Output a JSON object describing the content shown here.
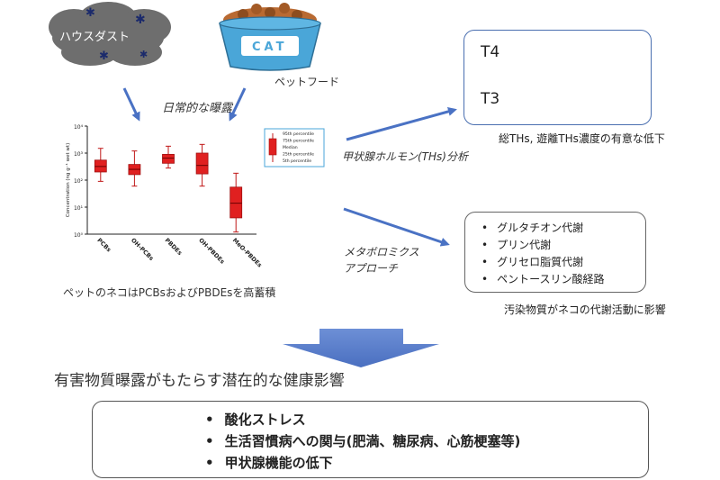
{
  "labels": {
    "house_dust": "ハウスダスト",
    "cat_food_can": "CAT",
    "pet_food": "ペットフード",
    "daily_exposure": "日常的な曝露",
    "pet_cat_accumulate": "ペットのネコはPCBsおよびPBDEsを高蓄積",
    "thyroid_analysis": "甲状腺ホルモン(THs)分析",
    "metabolomics_line1": "メタボロミクス",
    "metabolomics_line2": "アプローチ",
    "th_decrease": "総THs, 遊離THs濃度の有意な低下",
    "metab_effect": "汚染物質がネコの代謝活動に影響",
    "health_title": "有害物質曝露がもたらす潜在的な健康影響"
  },
  "thyroid_hormones": [
    "T4",
    "T3"
  ],
  "metabolic_pathways": [
    "グルタチオン代謝",
    "プリン代謝",
    "グリセロ脂質代謝",
    "ペントースリン酸経路"
  ],
  "health_effects": [
    "酸化ストレス",
    "生活習慣病への関与(肥満、糖尿病、心筋梗塞等)",
    "甲状腺機能の低下"
  ],
  "chart_data": {
    "type": "box",
    "ylabel": "Concentration (ng g⁻¹ wet wt)",
    "yscale": "log",
    "ylim": [
      1,
      10000
    ],
    "yticks": [
      "10⁰",
      "10¹",
      "10²",
      "10³",
      "10⁴"
    ],
    "categories": [
      "PCBs",
      "OH-PCBs",
      "PBDEs",
      "OH-PBDEs",
      "MeO-PBDEs"
    ],
    "boxes": [
      {
        "p5": 90,
        "p25": 200,
        "median": 320,
        "p75": 550,
        "p95": 1500
      },
      {
        "p5": 60,
        "p25": 160,
        "median": 250,
        "p75": 380,
        "p95": 1200
      },
      {
        "p5": 280,
        "p25": 420,
        "median": 650,
        "p75": 900,
        "p95": 1800
      },
      {
        "p5": 60,
        "p25": 170,
        "median": 350,
        "p75": 1000,
        "p95": 2100
      },
      {
        "p5": 1.2,
        "p25": 4,
        "median": 14,
        "p75": 55,
        "p95": 180
      }
    ],
    "legend": [
      "95th percentile",
      "75th percentile",
      "Median",
      "25th percentile",
      "5th percentile"
    ],
    "color": "#e02020"
  },
  "colors": {
    "arrow": "#4a72c4",
    "cloud": "#6e6e6e",
    "bowl": "#4aa6d8",
    "cat": "#d9772e",
    "big_arrow": "#5a7fc8"
  }
}
